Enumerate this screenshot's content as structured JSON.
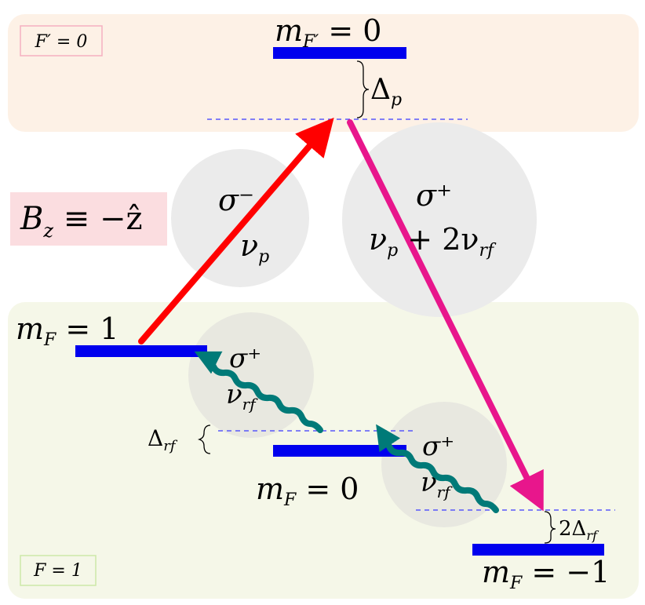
{
  "excited_manifold": {
    "label": "F′ = 0",
    "fill_color": "#fdf1e6",
    "levels": [
      {
        "state": "m_F′ = 0",
        "label_main": "m",
        "label_sub": "F′",
        "label_rest": " = 0"
      }
    ],
    "detuning_label_main": "Δ",
    "detuning_label_sub": "p"
  },
  "ground_manifold": {
    "label": "F = 1",
    "fill_color": "#f5f7e8",
    "levels": [
      {
        "state": "m_F = 1",
        "label_main": "m",
        "label_sub": "F",
        "label_rest": " = 1"
      },
      {
        "state": "m_F = 0",
        "label_main": "m",
        "label_sub": "F",
        "label_rest": " = 0"
      },
      {
        "state": "m_F = −1",
        "label_main": "m",
        "label_sub": "F",
        "label_rest": " = −1"
      }
    ],
    "rf_detuning_label_main": "Δ",
    "rf_detuning_label_sub": "rf",
    "rf_detuning_2_label_main": "2Δ",
    "rf_detuning_2_label_sub": "rf"
  },
  "field_label": "B_z ≡ −ẑ",
  "field_label_main": "B",
  "field_label_sub": "z",
  "field_label_rest": " ≡ −ẑ",
  "field_label_fill": "#fbdde0",
  "transitions": {
    "probe": {
      "polarization": "σ⁻",
      "frequency_main": "ν",
      "frequency_sub": "p",
      "color": "#ff0000"
    },
    "coupling": {
      "polarization": "σ⁺",
      "frequency_main": "ν",
      "frequency_sub": "p",
      "frequency_rest": " + 2ν",
      "frequency_sub2": "rf",
      "color": "#e8168c"
    },
    "rf_upper": {
      "polarization": "σ⁺",
      "frequency_main": "ν",
      "frequency_sub": "rf",
      "color": "#007a78"
    },
    "rf_lower": {
      "polarization": "σ⁺",
      "frequency_main": "ν",
      "frequency_sub": "rf",
      "color": "#007a78"
    }
  },
  "level_color": "#0000ee",
  "virtual_level_color": "#3a3aff"
}
